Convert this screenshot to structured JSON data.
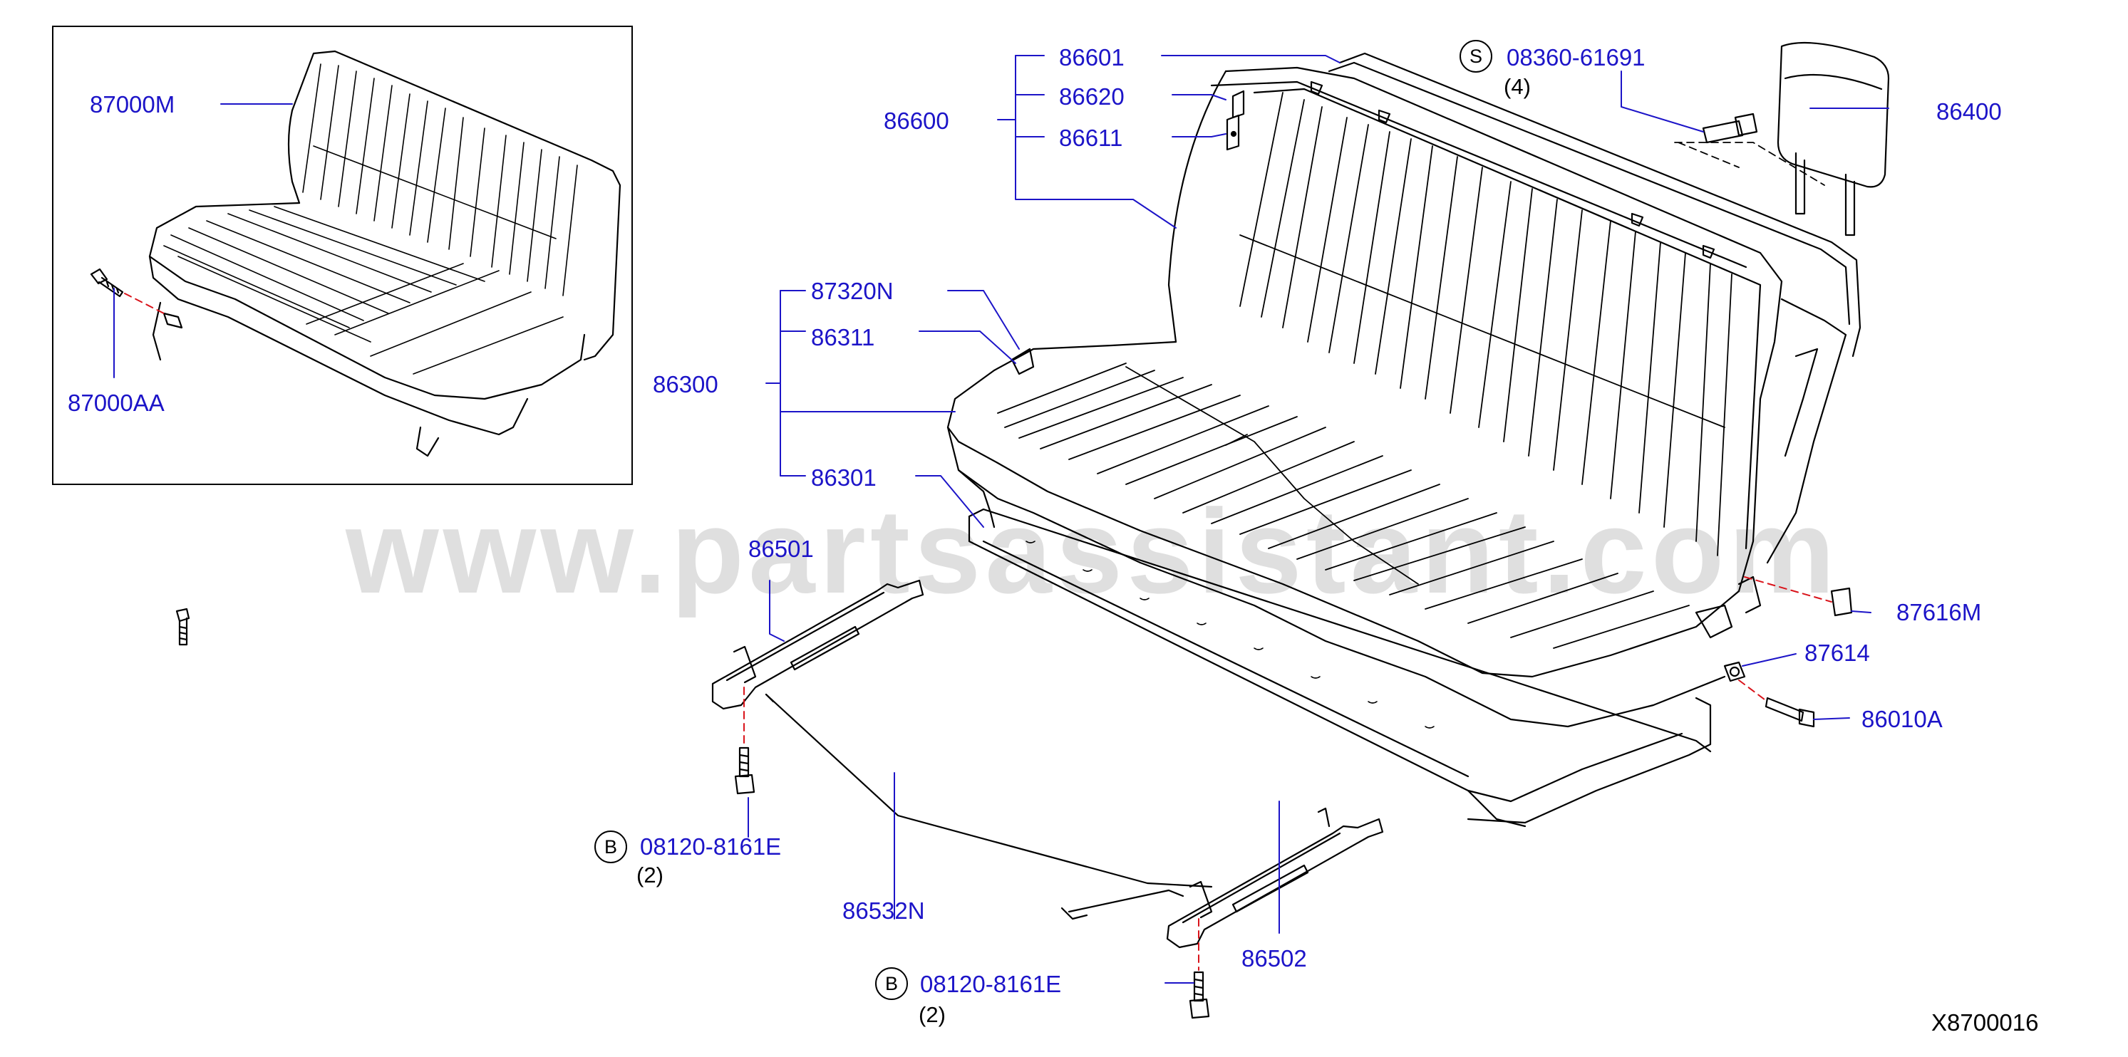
{
  "watermark": "www.partsassistant.com",
  "diagram_id": "X8700016",
  "colors": {
    "label": "#1c14c8",
    "line": "#000000",
    "leader": "#1c14c8",
    "dash_red": "#d9141b",
    "watermark": "#b9b9b9"
  },
  "inset": {
    "labels": {
      "seat_assy": "87000M",
      "bolt": "87000AA"
    }
  },
  "labels": {
    "p86601": "86601",
    "p86620": "86620",
    "p86611": "86611",
    "p86600": "86600",
    "p87320N": "87320N",
    "p86311": "86311",
    "p86300": "86300",
    "p86301": "86301",
    "p86501": "86501",
    "p86532N": "86532N",
    "p86502": "86502",
    "p86400": "86400",
    "p87616M": "87616M",
    "p87614": "87614",
    "p86010A": "86010A",
    "screw_s": "08360-61691",
    "bolt_b1": "08120-8161E",
    "bolt_b2": "08120-8161E"
  },
  "quantities": {
    "s": "(4)",
    "b1": "(2)",
    "b2": "(2)"
  },
  "symbols": {
    "s": "S",
    "b1": "B",
    "b2": "B"
  }
}
